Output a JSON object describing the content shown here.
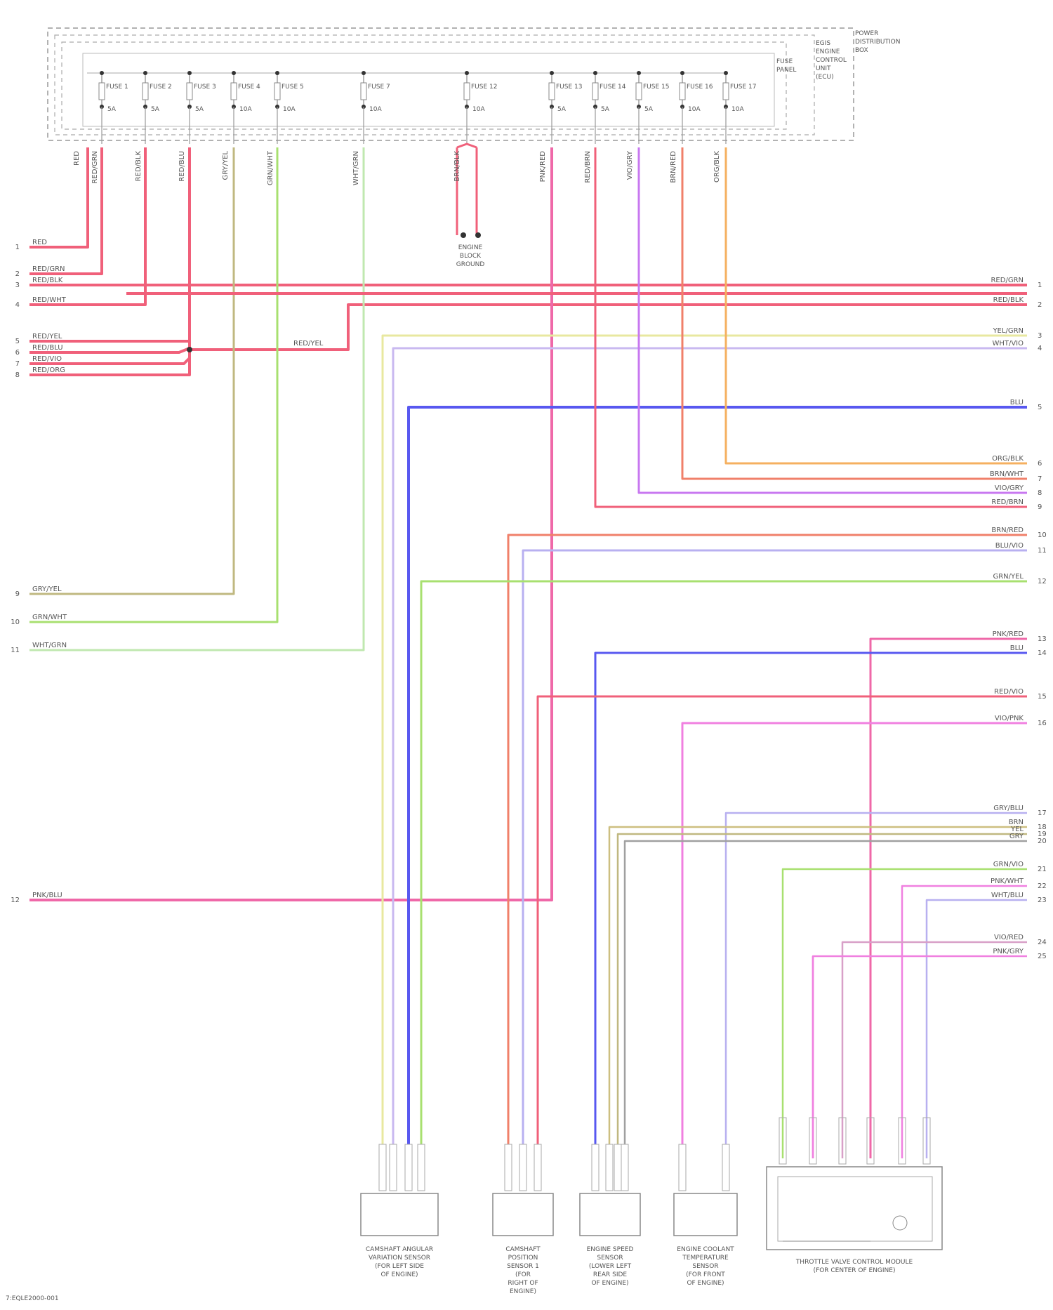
{
  "frames": {
    "left_title": [
      "POWER",
      "DISTRIBUTION",
      "BOX"
    ],
    "right_title": [
      "EGIS",
      "ENGINE",
      "CONTROL",
      "UNIT",
      "(ECU)"
    ],
    "inner_title": [
      "FUSE",
      "PANEL"
    ]
  },
  "fuses": [
    {
      "name": "FUSE 1",
      "amp": "5A"
    },
    {
      "name": "FUSE 2",
      "amp": "5A"
    },
    {
      "name": "FUSE 3",
      "amp": "5A"
    },
    {
      "name": "FUSE 4",
      "amp": "10A"
    },
    {
      "name": "FUSE 5",
      "amp": "10A"
    },
    {
      "name": "FUSE 7",
      "amp": "10A"
    },
    {
      "name": "FUSE 12",
      "amp": "10A"
    },
    {
      "name": "FUSE 13",
      "amp": "5A"
    },
    {
      "name": "FUSE 14",
      "amp": "5A"
    },
    {
      "name": "FUSE 15",
      "amp": "5A"
    },
    {
      "name": "FUSE 16",
      "amp": "10A"
    },
    {
      "name": "FUSE 17",
      "amp": "10A"
    }
  ],
  "ground": {
    "label": [
      "ENGINE",
      "BLOCK",
      "GROUND"
    ]
  },
  "left_wires": [
    {
      "pin": "1",
      "label": "RED"
    },
    {
      "pin": "2",
      "label": "RED/GRN"
    },
    {
      "pin": "3",
      "label": "RED/BLK"
    },
    {
      "pin": "4",
      "label": "RED/WHT"
    },
    {
      "pin": "5",
      "label": "RED/YEL"
    },
    {
      "pin": "6",
      "label": "RED/BLU"
    },
    {
      "pin": "7",
      "label": "RED/VIO"
    },
    {
      "pin": "8",
      "label": "RED/ORG"
    },
    {
      "pin": "9",
      "label": "GRY/YEL"
    },
    {
      "pin": "10",
      "label": "GRN/WHT"
    },
    {
      "pin": "11",
      "label": "WHT/GRN"
    },
    {
      "pin": "12",
      "label": "PNK/BLU"
    }
  ],
  "splice_label": "RED/YEL",
  "right_wires": [
    {
      "pin": "1",
      "label": "RED/GRN"
    },
    {
      "pin": "2",
      "label": "RED/BLK"
    },
    {
      "pin": "3",
      "label": "YEL/GRN"
    },
    {
      "pin": "4",
      "label": "WHT/VIO"
    },
    {
      "pin": "5",
      "label": "BLU"
    },
    {
      "pin": "6",
      "label": "ORG/BLK"
    },
    {
      "pin": "7",
      "label": "BRN/WHT"
    },
    {
      "pin": "8",
      "label": "VIO/GRY"
    },
    {
      "pin": "9",
      "label": "RED/BRN"
    },
    {
      "pin": "10",
      "label": "BRN/RED"
    },
    {
      "pin": "11",
      "label": "BLU/VIO"
    },
    {
      "pin": "12",
      "label": "GRN/YEL"
    },
    {
      "pin": "13",
      "label": "PNK/RED"
    },
    {
      "pin": "14",
      "label": "BLU"
    },
    {
      "pin": "15",
      "label": "RED/VIO"
    },
    {
      "pin": "16",
      "label": "VIO/PNK"
    },
    {
      "pin": "17",
      "label": "GRY/BLU"
    },
    {
      "pin": "18",
      "label": "BRN"
    },
    {
      "pin": "19",
      "label": "YEL"
    },
    {
      "pin": "20",
      "label": "GRY"
    },
    {
      "pin": "21",
      "label": "GRN/VIO"
    },
    {
      "pin": "22",
      "label": "PNK/WHT"
    },
    {
      "pin": "23",
      "label": "WHT/BLU"
    },
    {
      "pin": "24",
      "label": "VIO/RED"
    },
    {
      "pin": "25",
      "label": "PNK/GRY"
    }
  ],
  "vertical_labels": [
    "RED",
    "RED/GRN",
    "RED/BLK",
    "RED/BLU",
    "GRY/YEL",
    "GRN/WHT",
    "WHT/GRN",
    "BRN/BLK",
    "PNK/RED",
    "RED/BRN",
    "VIO/GRY",
    "BRN/RED",
    "ORG/BLK"
  ],
  "components": [
    {
      "label": [
        "CAMSHAFT ANGULAR",
        "VARIATION SENSOR",
        "(FOR LEFT SIDE",
        "OF ENGINE)"
      ]
    },
    {
      "label": [
        "CAMSHAFT",
        "POSITION",
        "SENSOR 1",
        "(FOR",
        "RIGHT OF",
        "ENGINE)"
      ]
    },
    {
      "label": [
        "ENGINE SPEED",
        "SENSOR",
        "(LOWER LEFT",
        "REAR SIDE",
        "OF ENGINE)"
      ]
    },
    {
      "label": [
        "ENGINE COOLANT",
        "TEMPERATURE",
        "SENSOR",
        "(FOR FRONT",
        "OF ENGINE)"
      ]
    },
    {
      "label": [
        "THROTTLE VALVE CONTROL MODULE",
        "(FOR CENTER OF ENGINE)"
      ]
    }
  ],
  "footer": "7:EQLE2000-001"
}
